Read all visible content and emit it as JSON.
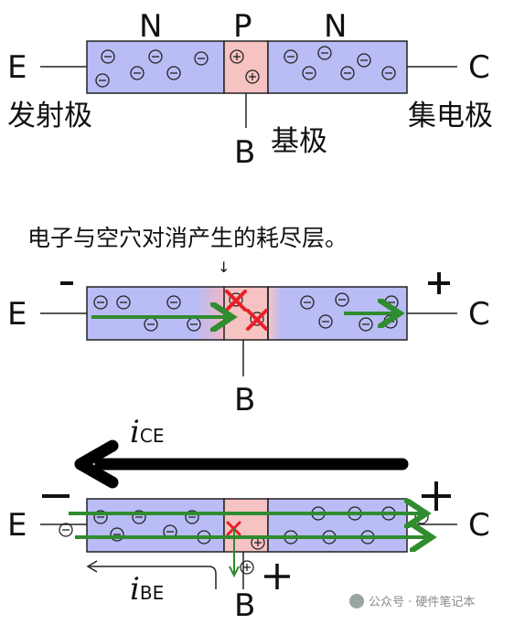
{
  "colors": {
    "n_region": "#b9bcf5",
    "p_region": "#f6c2c2",
    "arrow_green": "#2f8c2f",
    "cross_red": "#e8202a",
    "big_arrow": "#000000"
  },
  "panel1": {
    "region_n_left": "N",
    "region_p": "P",
    "region_n_right": "N",
    "terminal_e": "E",
    "terminal_c": "C",
    "terminal_b": "B",
    "label_emitter": "发射极",
    "label_base": "基极",
    "label_collector": "集电极"
  },
  "panel2": {
    "caption": "电子与空穴对消产生的耗尽层。",
    "arrow_down": "↓",
    "terminal_e": "E",
    "terminal_c": "C",
    "terminal_b": "B",
    "minus": "−",
    "plus": "+"
  },
  "panel3": {
    "current_ce": "i",
    "current_ce_sub": "CE",
    "current_be": "i",
    "current_be_sub": "BE",
    "terminal_e": "E",
    "terminal_c": "C",
    "terminal_b": "B",
    "minus": "−",
    "plus": "+"
  },
  "symbols": {
    "electron": "⊖",
    "hole": "⊕"
  },
  "watermark": {
    "text": "公众号 · 硬件笔记本"
  }
}
